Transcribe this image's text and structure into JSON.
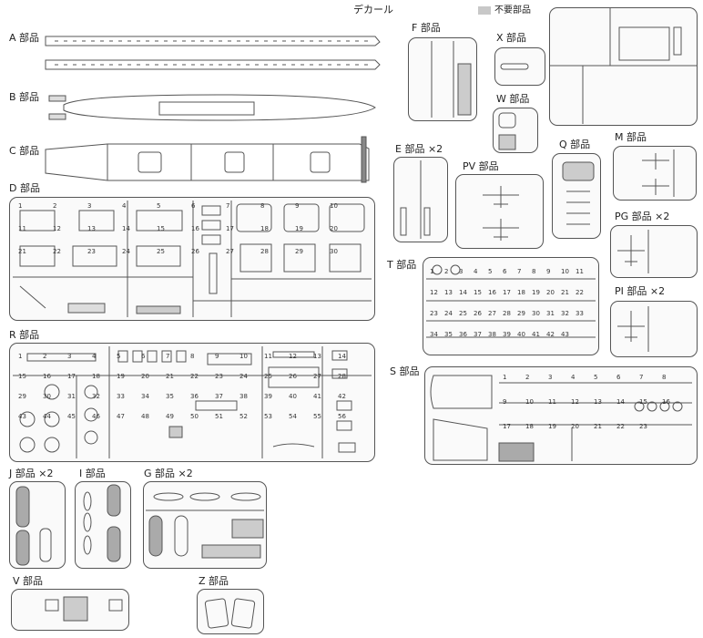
{
  "header": {
    "decal_label": "デカール",
    "legend_label": "不要部品"
  },
  "sections": {
    "A": "A 部品",
    "B": "B 部品",
    "C": "C 部品",
    "D": "D 部品",
    "R": "R 部品",
    "J": "J 部品 ×2",
    "I": "I 部品",
    "G": "G 部品 ×2",
    "V": "V 部品",
    "Z": "Z 部品",
    "F": "F 部品",
    "X": "X 部品",
    "W": "W 部品",
    "E": "E 部品 ×2",
    "PV": "PV 部品",
    "Q": "Q 部品",
    "M": "M 部品",
    "PG": "PG 部品 ×2",
    "T": "T 部品",
    "PI": "PI 部品 ×2",
    "S": "S 部品"
  },
  "part_numbers": {
    "D": [
      "1",
      "2",
      "3",
      "4",
      "5",
      "6",
      "7",
      "8",
      "9",
      "10",
      "11",
      "12",
      "13",
      "14",
      "15",
      "16",
      "17",
      "18",
      "19",
      "20",
      "21",
      "22",
      "23",
      "24",
      "25",
      "26",
      "27",
      "28",
      "29",
      "30"
    ],
    "R": [
      "1",
      "2",
      "3",
      "4",
      "5",
      "6",
      "7",
      "8",
      "9",
      "10",
      "11",
      "12",
      "13",
      "14",
      "15",
      "16",
      "17",
      "18",
      "19",
      "20",
      "21",
      "22",
      "23",
      "24",
      "25",
      "26",
      "27",
      "28",
      "29",
      "30",
      "31",
      "32",
      "33",
      "34",
      "35",
      "36",
      "37",
      "38",
      "39",
      "40",
      "41",
      "42",
      "43",
      "44",
      "45",
      "46",
      "47",
      "48",
      "49",
      "50",
      "51",
      "52",
      "53",
      "54",
      "55",
      "56"
    ],
    "S": [
      "1",
      "2",
      "3",
      "4",
      "5",
      "6",
      "7",
      "8",
      "9",
      "10",
      "11",
      "12",
      "13",
      "14",
      "15",
      "16",
      "17",
      "18",
      "19",
      "20",
      "21",
      "22",
      "23"
    ],
    "T": [
      "1",
      "2",
      "3",
      "4",
      "5",
      "6",
      "7",
      "8",
      "9",
      "10",
      "11",
      "12",
      "13",
      "14",
      "15",
      "16",
      "17",
      "18",
      "19",
      "20",
      "21",
      "22",
      "23",
      "24",
      "25",
      "26",
      "27",
      "28",
      "29",
      "30",
      "31",
      "32",
      "33",
      "34",
      "35",
      "36",
      "37",
      "38",
      "39",
      "40",
      "41",
      "42",
      "43"
    ]
  },
  "colors": {
    "line": "#555555",
    "unused_part": "#c8c8c8",
    "runner_fill": "#fafafa"
  }
}
